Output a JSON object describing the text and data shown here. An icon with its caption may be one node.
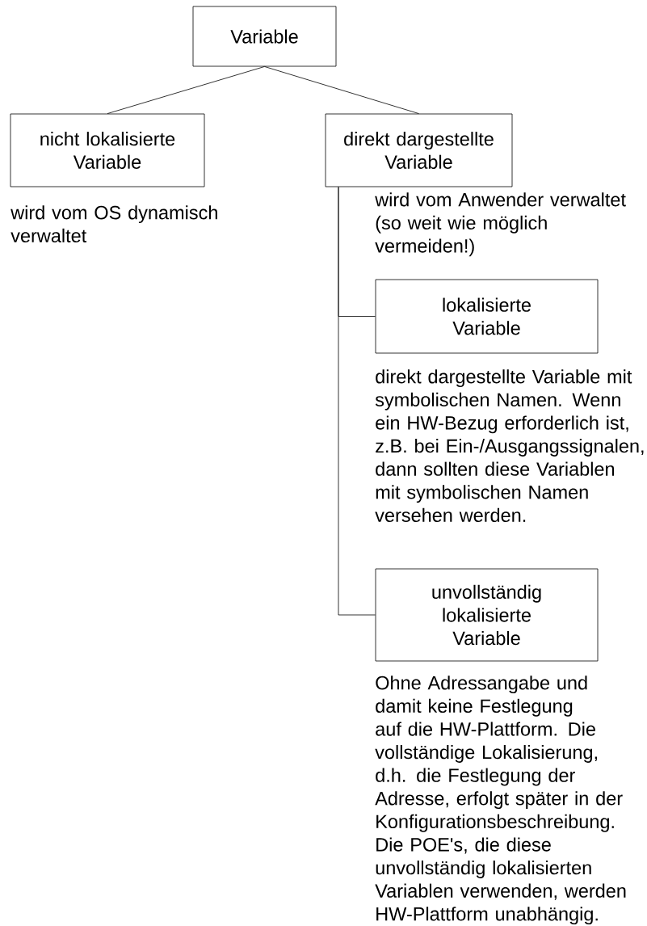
{
  "diagram": {
    "nodes": [
      {
        "text": [
          "Variable"
        ]
      },
      {
        "text": [
          "nicht lokalisierte Variable"
        ],
        "beside": [
          "wird vom OS dynamisch verwaltet"
        ]
      },
      {
        "text": [
          "direkt dargestellte Variable"
        ],
        "beside": [
          "wird vom Anwender verwaltet (so weit wie möglich vermeiden!)"
        ]
      },
      {
        "text": [
          "lokalisierte Variable"
        ],
        "beside": [
          "direkt dargestellte Variable mit symbolischen Namen. Wenn ein HW-Bezug erforderlich ist, z.B. bei Ein-/Ausgangssignalen, dann sollten diese Variablen mit symbolischen Namen versehen werden."
        ]
      },
      {
        "text": [
          "unvollständig lokalisierte Variable"
        ],
        "beside": [
          "Ohne Adressangabe und damit keine Festlegung auf die HW-Plattform. Die vollständige Lokalisierung, d.h. die Festlegung der Adresse, erfolgt später in der Konfigurationsbeschreibung. Die POE's, die diese unvollständig lokalisierten Variablen verwenden, werden HW-Plattform unabhängig."
        ]
      }
    ],
    "edges": [
      {
        "from": 0,
        "to": 1,
        "arrow": "none"
      },
      {
        "from": 0,
        "to": 2,
        "arrow": "none"
      },
      {
        "from": 2,
        "to": 3,
        "arrow": "none"
      },
      {
        "from": 2,
        "to": 4,
        "arrow": "none"
      }
    ]
  }
}
